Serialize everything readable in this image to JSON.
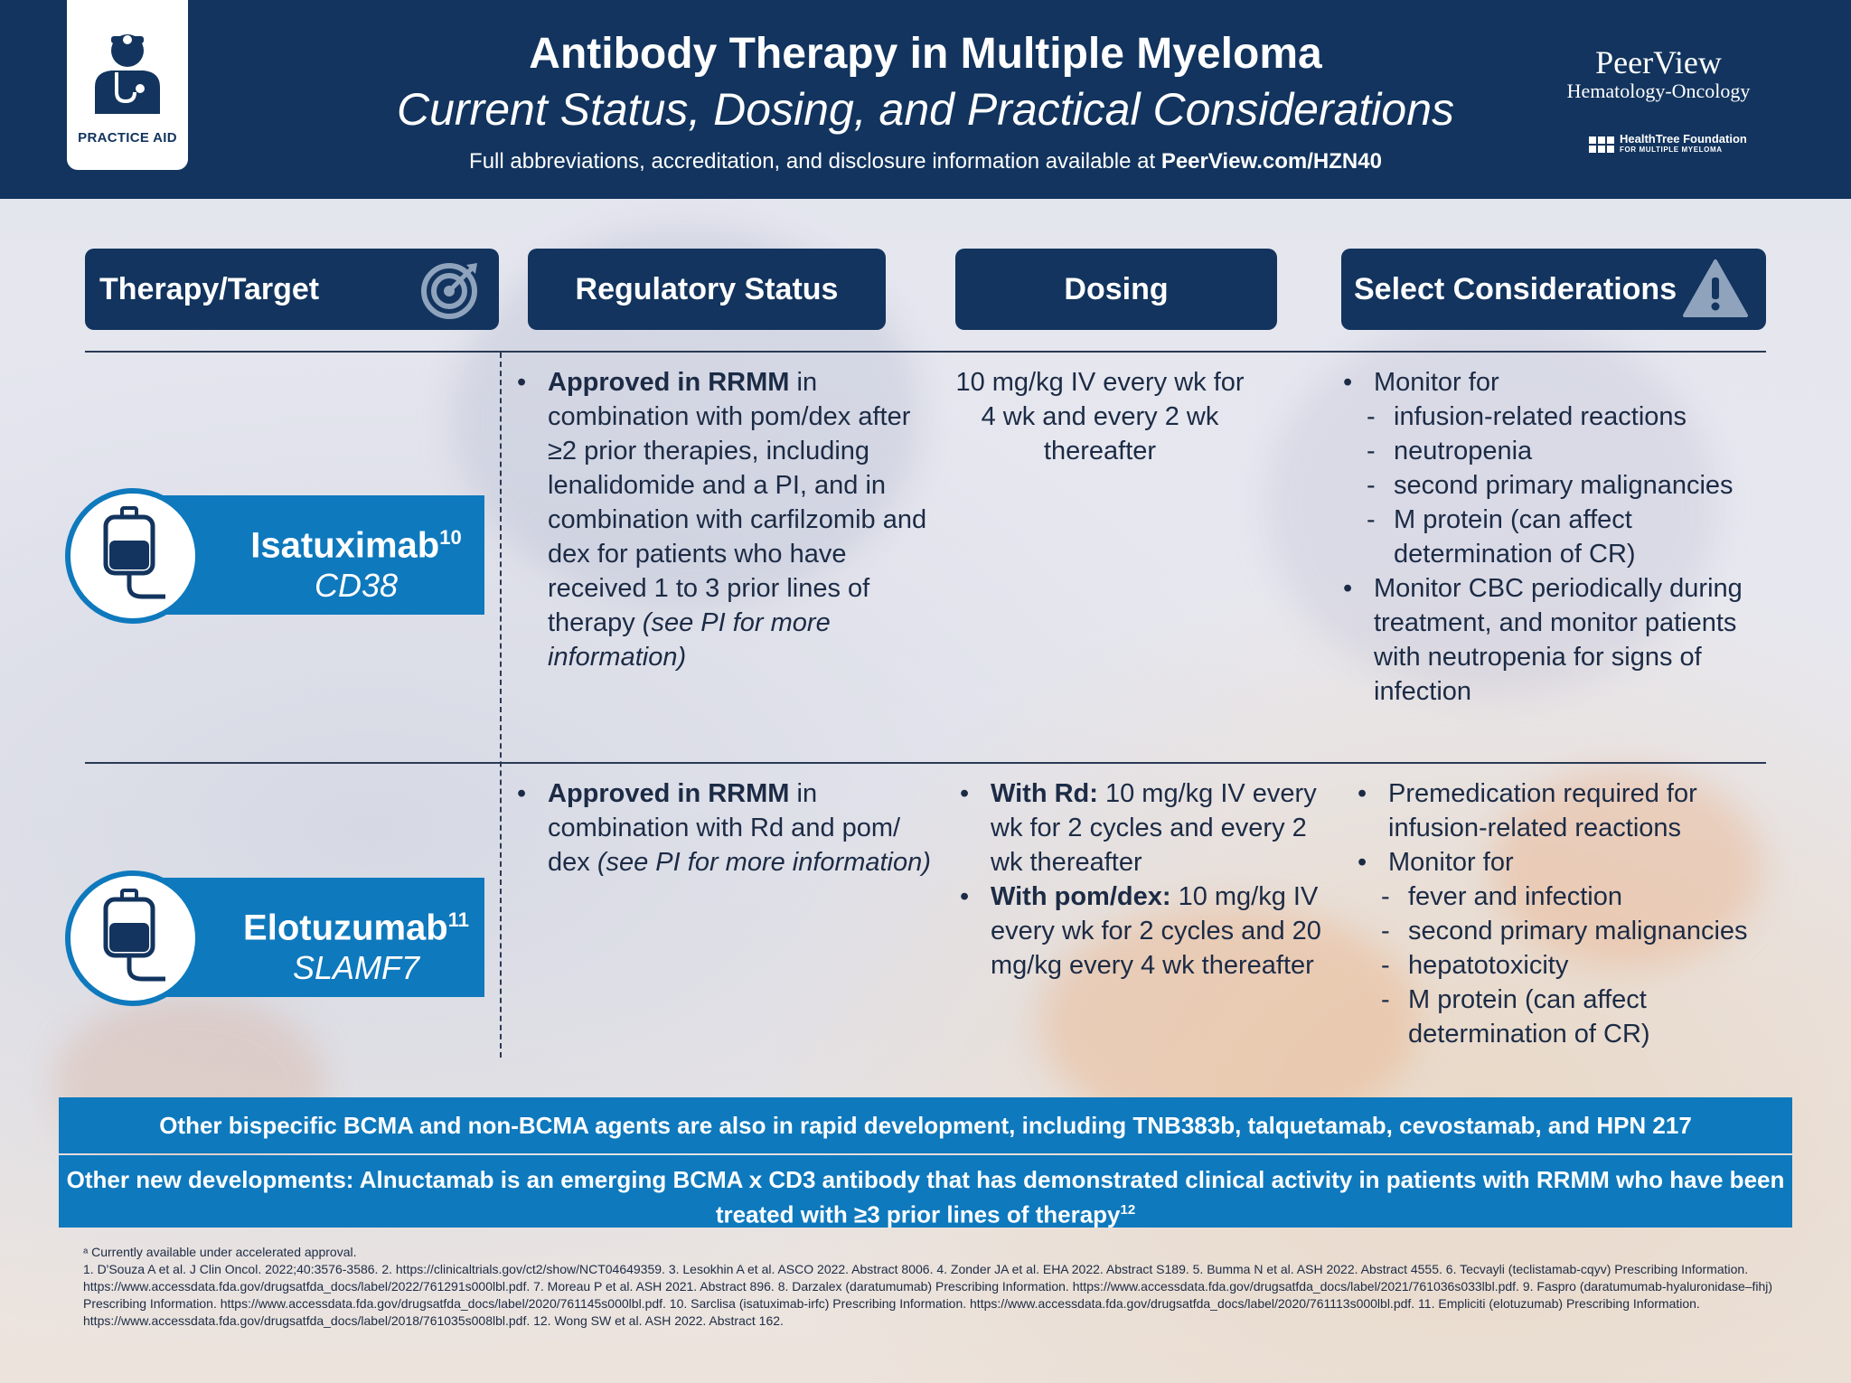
{
  "header": {
    "badge_label": "PRACTICE AID",
    "title": "Antibody Therapy in Multiple Myeloma",
    "subtitle": "Current Status, Dosing, and Practical Considerations",
    "note_prefix": "Full abbreviations, accreditation, and disclosure information available at",
    "note_link": "PeerView.com/HZN40",
    "brand_name": "PeerView",
    "brand_sub": "Hematology-Oncology",
    "partner_name": "HealthTree Foundation",
    "partner_sub": "FOR MULTIPLE MYELOMA"
  },
  "columns": {
    "therapy": "Therapy/Target",
    "regulatory": "Regulatory Status",
    "dosing": "Dosing",
    "considerations": "Select Considerations"
  },
  "rows": [
    {
      "drug": "Isatuximab",
      "ref": "10",
      "target": "CD38",
      "regulatory_bold": "Approved in RRMM",
      "regulatory_text": " in combination with pom/dex after ≥2 prior therapies, including lenalidomide and a PI, and in combination with carfilzomib and dex for patients who have received 1 to 3 prior lines of therapy ",
      "regulatory_italic": "(see PI for more information)",
      "dosing": "10 mg/kg IV every wk for 4 wk and every 2 wk thereafter",
      "consider_b1": "Monitor for",
      "consider_subs": [
        "infusion-related reactions",
        "neutropenia",
        "second primary malignancies",
        "M protein (can affect determination of CR)"
      ],
      "consider_b2": "Monitor CBC periodically during treatment, and monitor patients with neutropenia for signs of infection"
    },
    {
      "drug": "Elotuzumab",
      "ref": "11",
      "target": "SLAMF7",
      "regulatory_bold": "Approved in RRMM",
      "regulatory_text": " in combination with Rd and pom/ dex ",
      "regulatory_italic": "(see PI for more information)",
      "dosing_1_bold": "With Rd:",
      "dosing_1_text": " 10 mg/kg IV every wk for 2 cycles and every 2 wk thereafter",
      "dosing_2_bold": "With pom/dex:",
      "dosing_2_text": " 10 mg/kg IV every wk for 2 cycles and 20 mg/kg every 4 wk thereafter",
      "consider_b1": "Premedication required for infusion-related reactions",
      "consider_b2": "Monitor for",
      "consider_subs": [
        "fever and infection",
        "second primary malignancies",
        "hepatotoxicity",
        "M protein (can affect determination of CR)"
      ]
    }
  ],
  "banners": {
    "line1": "Other bispecific BCMA and non-BCMA agents are also in rapid development, including TNB383b, talquetamab, cevostamab, and HPN 217",
    "line2": "Other new developments: Alnuctamab is an emerging BCMA x CD3 antibody that has demonstrated clinical activity in patients with RRMM who have been treated with ≥3 prior lines of therapy",
    "line2_ref": "12"
  },
  "footnotes": {
    "line1": "ᵃ Currently available under accelerated approval.",
    "line2": "1. D'Souza A et al. J Clin Oncol. 2022;40:3576-3586. 2. https://clinicaltrials.gov/ct2/show/NCT04649359. 3. Lesokhin A et al. ASCO 2022. Abstract 8006. 4. Zonder JA et al. EHA 2022. Abstract S189. 5. Bumma N et al. ASH 2022. Abstract 4555. 6. Tecvayli (teclistamab-cqyv) Prescribing Information. https://www.accessdata.fda.gov/drugsatfda_docs/label/2022/761291s000lbl.pdf. 7. Moreau P et al. ASH 2021. Abstract 896. 8. Darzalex (daratumumab) Prescribing Information. https://www.accessdata.fda.gov/drugsatfda_docs/label/2021/761036s033lbl.pdf. 9. Faspro (daratumumab-hyaluronidase–fihj) Prescribing Information. https://www.accessdata.fda.gov/drugsatfda_docs/label/2020/761145s000lbl.pdf. 10. Sarclisa (isatuximab-irfc) Prescribing Information. https://www.accessdata.fda.gov/drugsatfda_docs/label/2020/761113s000lbl.pdf. 11. Empliciti (elotuzumab) Prescribing Information. https://www.accessdata.fda.gov/drugsatfda_docs/label/2018/761035s008lbl.pdf. 12. Wong SW et al. ASH 2022. Abstract 162."
  },
  "icons": {
    "badge": "doctor-icon",
    "therapy": "target-icon",
    "considerations": "warning-icon",
    "drug": "iv-bag-icon"
  },
  "colors": {
    "navy": "#12345e",
    "blue": "#0e79bd"
  }
}
